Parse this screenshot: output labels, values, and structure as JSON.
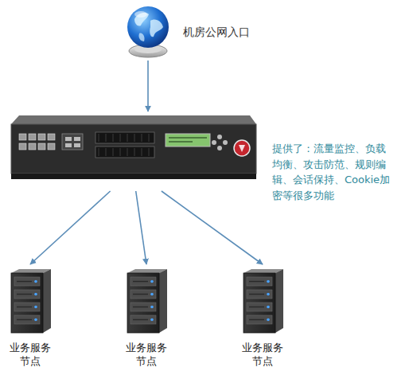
{
  "diagram": {
    "nodes": [
      {
        "text": [
          "机房公网入口"
        ]
      },
      {
        "text": [
          "提供了：流量监控、负载均衡、攻击防范、规则编辑、会话保持、Cookie加密等很多功能"
        ]
      },
      {
        "text": [
          "业务服务节点"
        ]
      },
      {
        "text": [
          "业务服务节点"
        ]
      },
      {
        "text": [
          "业务服务节点"
        ]
      }
    ],
    "edges": [
      {
        "from": 0,
        "to": 1,
        "arrow": "to"
      },
      {
        "from": 1,
        "to": 2,
        "arrow": "to"
      },
      {
        "from": 1,
        "to": 3,
        "arrow": "to"
      },
      {
        "from": 1,
        "to": 4,
        "arrow": "to"
      }
    ]
  }
}
